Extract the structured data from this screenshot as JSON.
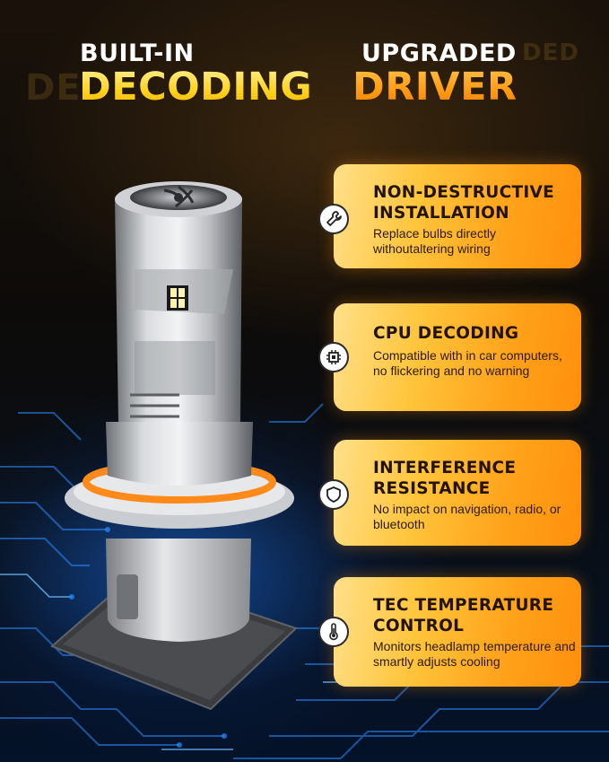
{
  "heading": {
    "line1_left": "BUILT-IN",
    "line1_right": "UPGRADED",
    "line1_right_ghost": "DED",
    "line2_left": "DECODING",
    "line2_right": "DRIVER",
    "line2_ghost": "DE"
  },
  "features": [
    {
      "icon": "wrench-icon",
      "title": "NON-DESTRUCTIVE INSTALLATION",
      "description": "Replace bulbs directly withoutaltering wiring"
    },
    {
      "icon": "chip-icon",
      "title": "CPU DECODING",
      "description": "Compatible with in car computers, no flickering and no warning"
    },
    {
      "icon": "shield-icon",
      "title": "INTERFERENCE RESISTANCE",
      "description": "No impact on navigation, radio, or bluetooth"
    },
    {
      "icon": "thermometer-icon",
      "title": "TEC TEMPERATURE CONTROL",
      "description": "Monitors headlamp temperature and smartly adjusts cooling"
    }
  ],
  "colors": {
    "card_light": "#ffe08a",
    "card_dark": "#ff8f0c",
    "heading_yellow": "#ffd21c",
    "heading_orange": "#ff9a10",
    "circuit_blue": "#2a8cff"
  }
}
